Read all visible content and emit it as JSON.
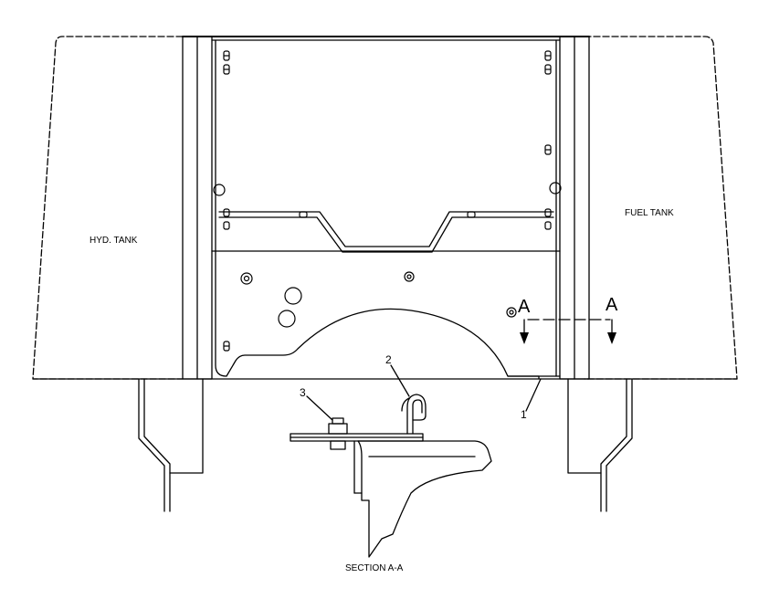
{
  "labels": {
    "hyd_tank": "HYD. TANK",
    "fuel_tank": "FUEL TANK",
    "section_caption": "SECTION A-A",
    "section_marker_left": "A",
    "section_marker_right": "A"
  },
  "callouts": {
    "c1": "1",
    "c2": "2",
    "c3": "3"
  },
  "colors": {
    "ink": "#000000",
    "paper": "#ffffff"
  }
}
